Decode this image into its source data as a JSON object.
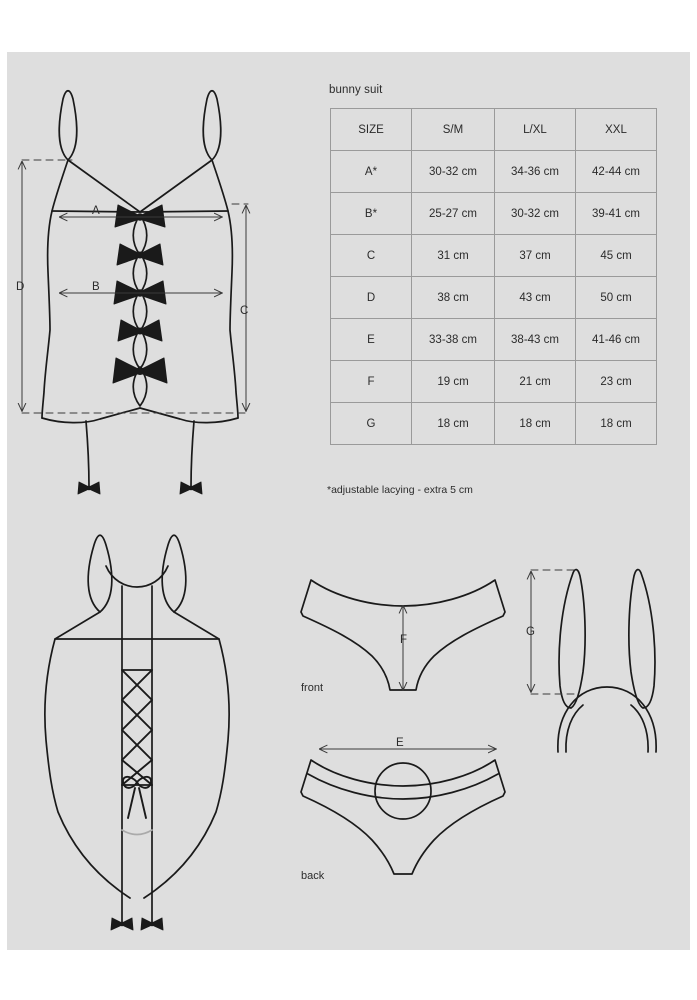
{
  "sheet": {
    "background_color": "#dedede",
    "page_color": "#ffffff",
    "line_color": "#1a1a1a",
    "text_color": "#2b2b2b",
    "table_border_color": "#9a9a9a"
  },
  "table": {
    "title": "bunny suit",
    "footnote": "*adjustable lacying - extra 5 cm",
    "headers": [
      "SIZE",
      "S/M",
      "L/XL",
      "XXL"
    ],
    "rows": [
      {
        "label": "A*",
        "values": [
          "30-32 cm",
          "34-36 cm",
          "42-44 cm"
        ]
      },
      {
        "label": "B*",
        "values": [
          "25-27 cm",
          "30-32 cm",
          "39-41 cm"
        ]
      },
      {
        "label": "C",
        "values": [
          "31 cm",
          "37 cm",
          "45 cm"
        ]
      },
      {
        "label": "D",
        "values": [
          "38 cm",
          "43 cm",
          "50 cm"
        ]
      },
      {
        "label": "E",
        "values": [
          "33-38 cm",
          "38-43 cm",
          "41-46 cm"
        ]
      },
      {
        "label": "F",
        "values": [
          "19 cm",
          "21 cm",
          "23 cm"
        ]
      },
      {
        "label": "G",
        "values": [
          "18 cm",
          "18 cm",
          "18 cm"
        ]
      }
    ]
  },
  "diagrams": {
    "bodysuit_front": {
      "name": "bodysuit front view",
      "dimension_labels": [
        "A",
        "B",
        "C",
        "D"
      ],
      "bow_count": 5,
      "strap_bow_count": 2
    },
    "bodysuit_back": {
      "name": "bodysuit back view",
      "lacing": "criss-cross",
      "strap_bow_count": 2
    },
    "panty_front": {
      "name": "panty front view",
      "caption": "front",
      "dimension_labels": [
        "F"
      ]
    },
    "panty_back": {
      "name": "panty back view",
      "caption": "back",
      "dimension_labels": [
        "E"
      ],
      "detail": "round pompom tail"
    },
    "bunny_ears": {
      "name": "bunny ears headband",
      "dimension_labels": [
        "G"
      ]
    }
  },
  "dimensions": {
    "A": "A",
    "B": "B",
    "C": "C",
    "D": "D",
    "E": "E",
    "F": "F",
    "G": "G"
  }
}
